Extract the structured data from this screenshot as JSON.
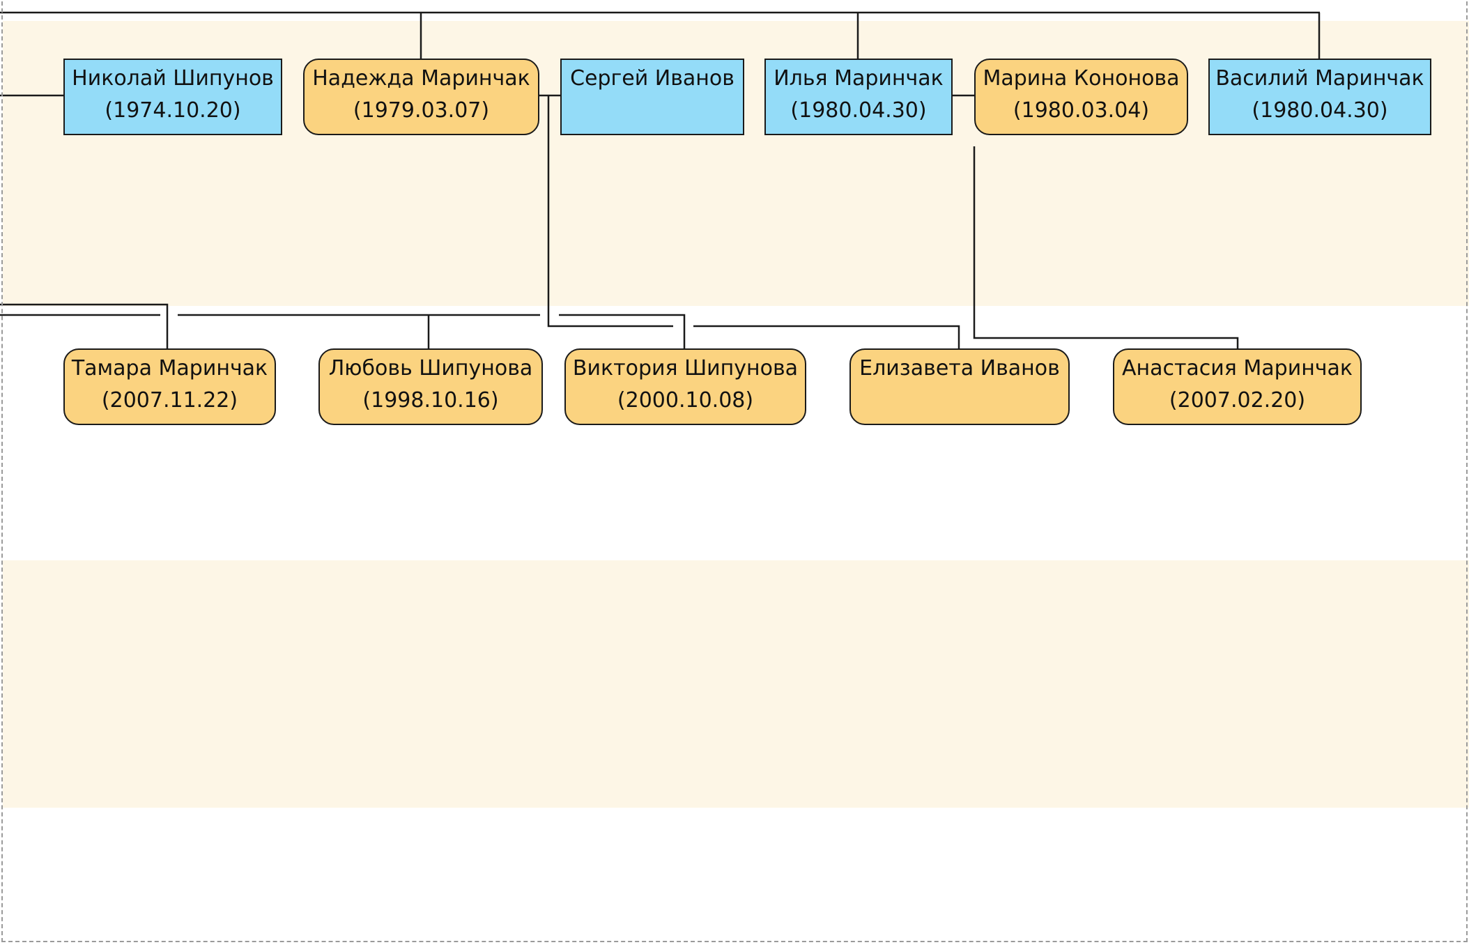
{
  "diagram": {
    "colors": {
      "male": "#94dcf8",
      "female": "#fbd380",
      "band": "#fdf6e6",
      "line": "#1a1a1a"
    },
    "generation_1": [
      {
        "name": "Николай Шипунов",
        "date": "(1974.10.20)",
        "gender": "male"
      },
      {
        "name": "Надежда Маринчак",
        "date": "(1979.03.07)",
        "gender": "female"
      },
      {
        "name": "Сергей Иванов",
        "date": "",
        "gender": "male"
      },
      {
        "name": "Илья Маринчак",
        "date": "(1980.04.30)",
        "gender": "male"
      },
      {
        "name": "Марина Кононова",
        "date": "(1980.03.04)",
        "gender": "female"
      },
      {
        "name": "Василий Маринчак",
        "date": "(1980.04.30)",
        "gender": "male"
      }
    ],
    "generation_2": [
      {
        "name": "Тамара Маринчак",
        "date": "(2007.11.22)",
        "gender": "female"
      },
      {
        "name": "Любовь Шипунова",
        "date": "(1998.10.16)",
        "gender": "female"
      },
      {
        "name": "Виктория Шипунова",
        "date": "(2000.10.08)",
        "gender": "female"
      },
      {
        "name": "Елизавета Иванов",
        "date": "",
        "gender": "female"
      },
      {
        "name": "Анастасия Маринчак",
        "date": "(2007.02.20)",
        "gender": "female"
      }
    ]
  }
}
